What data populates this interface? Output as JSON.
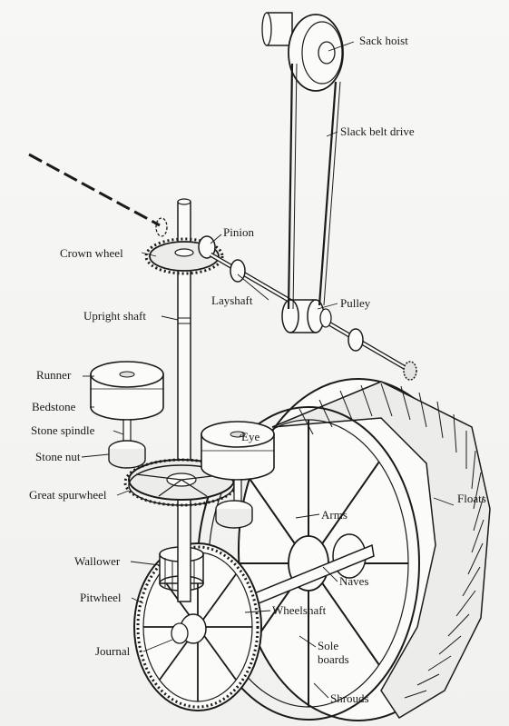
{
  "labels": {
    "sack_hoist": "Sack hoist",
    "slack_belt_drive": "Slack belt drive",
    "pinion": "Pinion",
    "crown_wheel": "Crown wheel",
    "layshaft": "Layshaft",
    "pulley": "Pulley",
    "upright_shaft": "Upright shaft",
    "runner": "Runner",
    "bedstone": "Bedstone",
    "stone_spindle": "Stone spindle",
    "stone_nut": "Stone nut",
    "eye": "Eye",
    "great_spurwheel": "Great spurwheel",
    "floats": "Floats",
    "arms": "Arms",
    "wallower": "Wallower",
    "naves": "Naves",
    "pitwheel": "Pitwheel",
    "wheelshaft": "Wheelshaft",
    "journal": "Journal",
    "sole_line1": "Sole",
    "sole_line2": "boards",
    "shrouds": "Shrouds"
  },
  "colors": {
    "ink": "#1b1b1b",
    "paper": "#f4f4f2"
  }
}
